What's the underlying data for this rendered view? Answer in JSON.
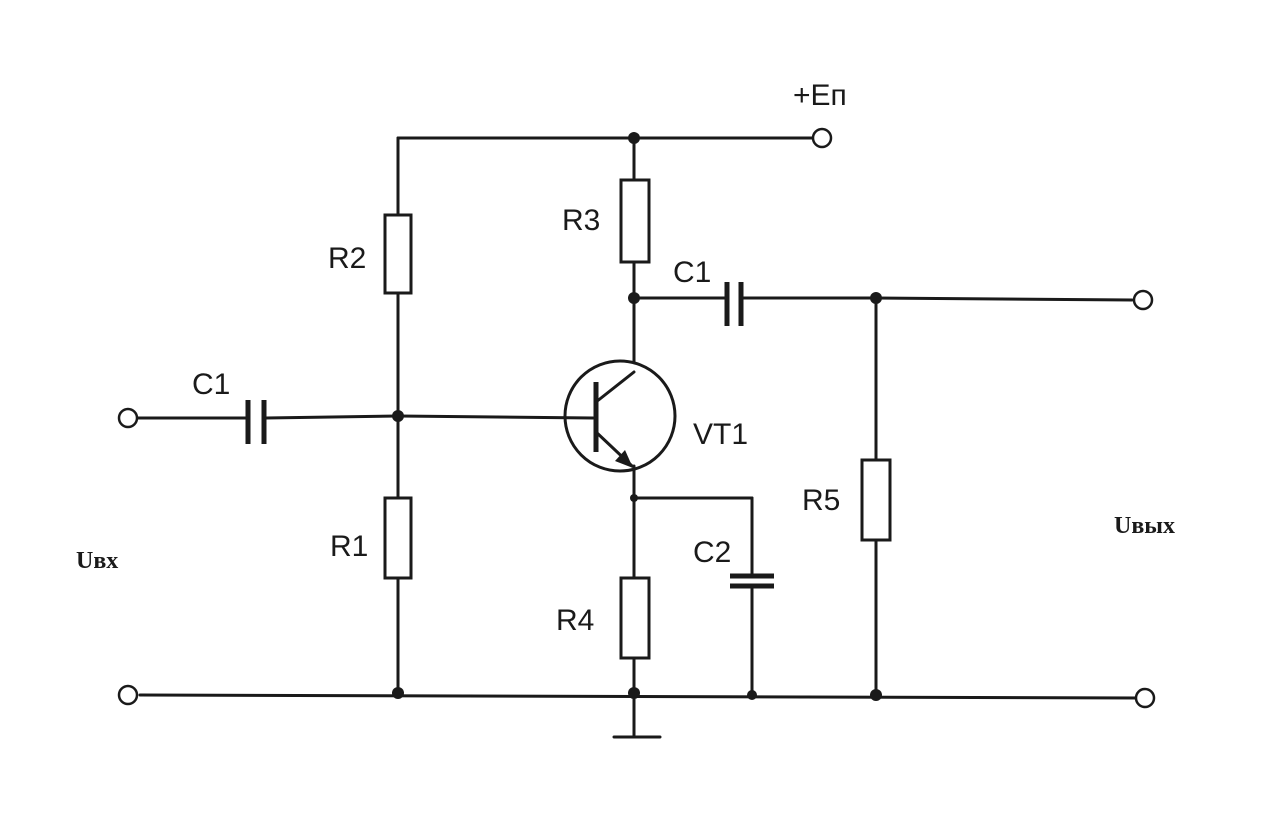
{
  "supply": {
    "label": "+Еп"
  },
  "input": {
    "label": "Uвх"
  },
  "output": {
    "label": "Uвых"
  },
  "components": {
    "r1": "R1",
    "r2": "R2",
    "r3": "R3",
    "r4": "R4",
    "r5": "R5",
    "c1_in": "C1",
    "c1_out": "C1",
    "c2": "C2",
    "vt1": "VT1"
  }
}
